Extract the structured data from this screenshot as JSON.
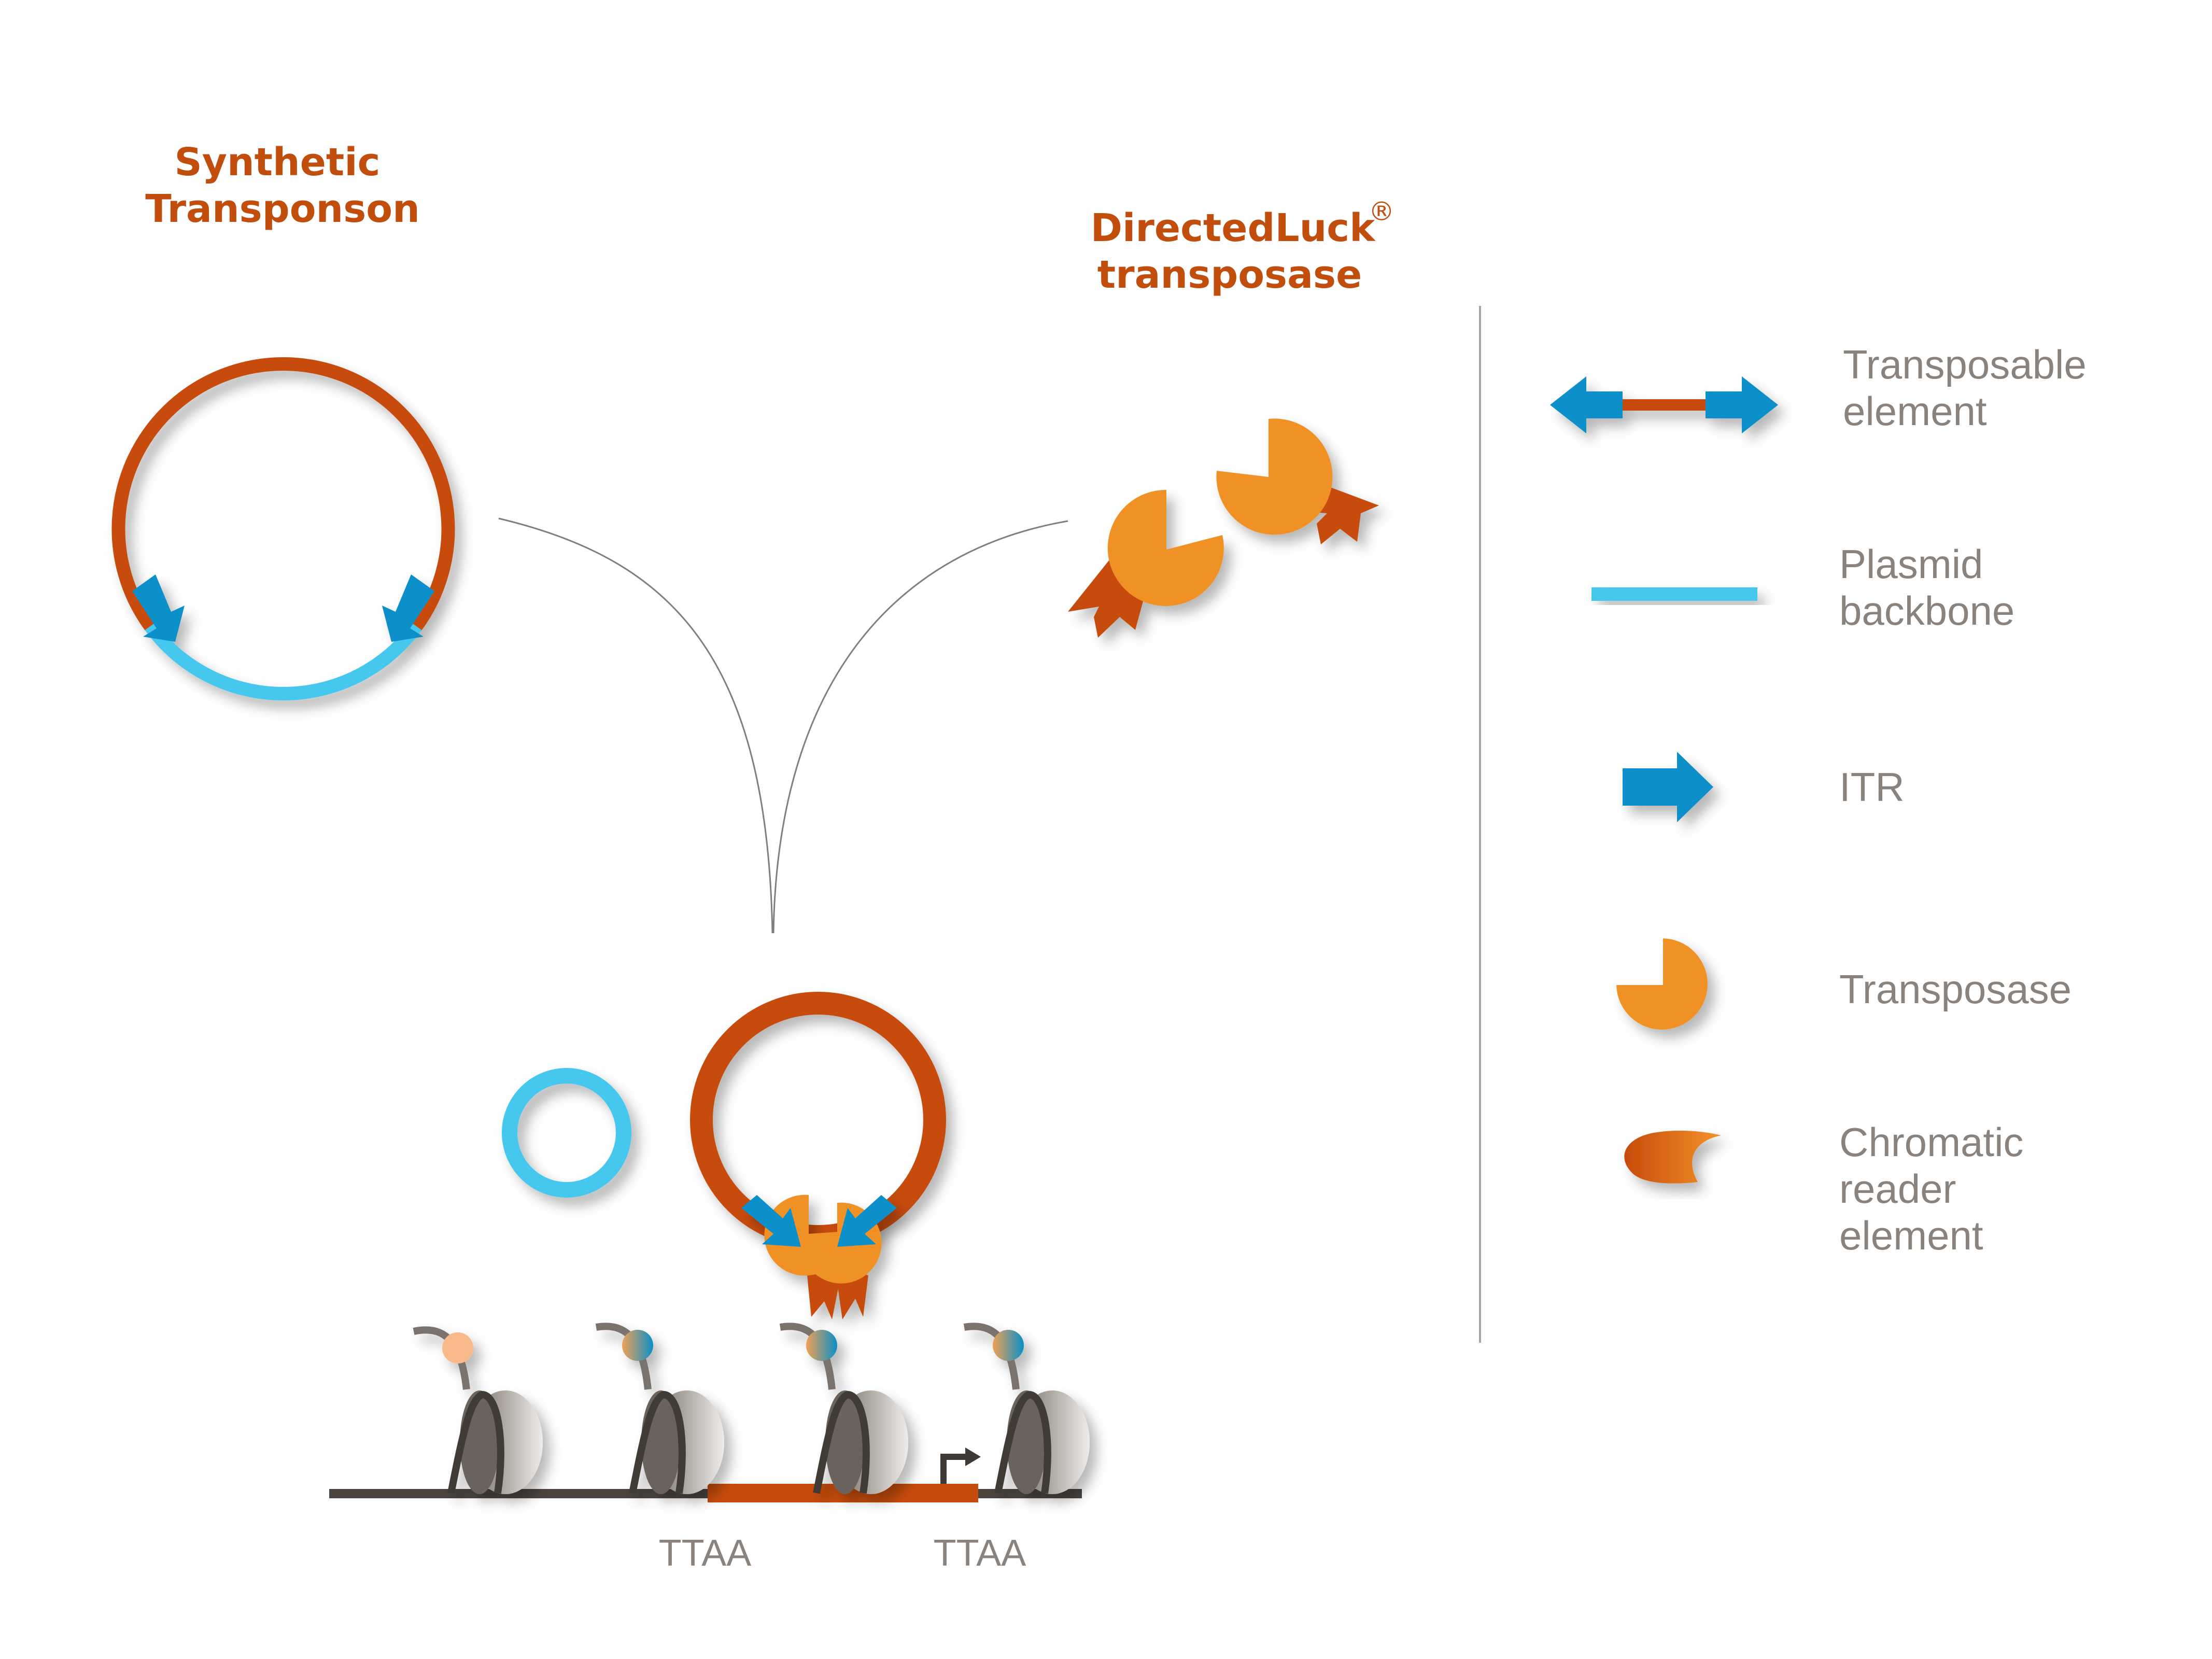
{
  "titles": {
    "transposon_line1": "Synthetic",
    "transposon_line2": "Transponson",
    "transposase_line1": "DirectedLuck",
    "transposase_reg": "®",
    "transposase_line2": "transposase"
  },
  "legend": {
    "transposable_element": [
      "Transposable",
      "element"
    ],
    "plasmid_backbone": [
      "Plasmid",
      "backbone"
    ],
    "itr": "ITR",
    "transposase": "Transposase",
    "chromatic_reader": [
      "Chromatic",
      "reader",
      "element"
    ]
  },
  "sites": {
    "left": "TTAA",
    "right": "TTAA"
  },
  "colors": {
    "transposon_orange": "#c64c0b",
    "backbone_cyan": "#45c7ee",
    "itr_blue": "#0a8fc9",
    "transposase_orange": "#f09128",
    "text_grey": "#8a837d",
    "title_orange": "#c24e0e"
  }
}
